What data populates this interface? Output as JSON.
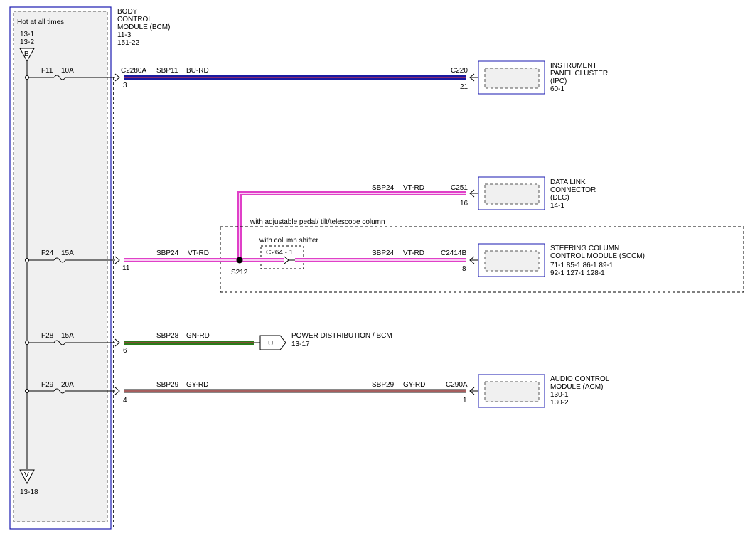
{
  "bcm": {
    "title_lines": [
      "BODY",
      "CONTROL",
      "MODULE (BCM)"
    ],
    "ref_lines": [
      "11-3",
      "151-22"
    ],
    "hot_label": "Hot at all times",
    "top_refs": [
      "13-1",
      "13-2"
    ],
    "top_connector": "B",
    "bottom_connector": "V",
    "bottom_ref": "13-18"
  },
  "circuits": [
    {
      "fuse": "F11",
      "amps": "10A",
      "pin_left": "3",
      "wire_left": {
        "circuit": "SBP11",
        "color": "BU-RD"
      },
      "connector": "C2280A",
      "connector_right": "C220",
      "pin_right": "21",
      "colors": {
        "outer": "#1a1aa0",
        "inner": "#b03060"
      }
    },
    {
      "fuse": "F24",
      "amps": "15A",
      "pin_left": "11",
      "wire_left": {
        "circuit": "SBP24",
        "color": "VT-RD"
      },
      "colors": {
        "outer": "#e040c8",
        "inner": "#ffffff"
      }
    },
    {
      "fuse": "F28",
      "amps": "15A",
      "pin_left": "6",
      "wire_left": {
        "circuit": "SBP28",
        "color": "GN-RD"
      },
      "colors": {
        "outer": "#2a7a1a",
        "inner": "#a04040"
      }
    },
    {
      "fuse": "F29",
      "amps": "20A",
      "pin_left": "4",
      "wire_left": {
        "circuit": "SBP29",
        "color": "GY-RD"
      },
      "wire_right": {
        "circuit": "SBP29",
        "color": "GY-RD"
      },
      "connector_right": "C290A",
      "pin_right": "1",
      "colors": {
        "outer": "#8a8a8a",
        "inner": "#b05050"
      }
    }
  ],
  "dlc_wire": {
    "circuit": "SBP24",
    "color": "VT-RD",
    "connector": "C251",
    "pin": "16"
  },
  "sccm_wire": {
    "circuit": "SBP24",
    "color": "VT-RD",
    "connector": "C2414B",
    "pin": "8"
  },
  "splice": "S212",
  "option_labels": {
    "adjustable": "with adjustable pedal/ tilt/telescope column",
    "column_shifter": "with column shifter",
    "inline_connector": "C264 - 1"
  },
  "components": {
    "ipc": {
      "lines": [
        "INSTRUMENT",
        "PANEL CLUSTER",
        "(IPC)",
        "60-1"
      ]
    },
    "dlc": {
      "lines": [
        "DATA LINK",
        "CONNECTOR",
        "(DLC)",
        "14-1"
      ]
    },
    "sccm": {
      "lines": [
        "STEERING COLUMN",
        "CONTROL MODULE (SCCM)",
        "71-1   85-1   86-1  89-1",
        "92-1    127-1    128-1"
      ]
    },
    "acm": {
      "lines": [
        "AUDIO CONTROL",
        "MODULE (ACM)",
        "130-1",
        "130-2"
      ]
    }
  },
  "power_dist": {
    "connector": "U",
    "label": "POWER DISTRIBUTION / BCM",
    "ref": "13-17"
  }
}
